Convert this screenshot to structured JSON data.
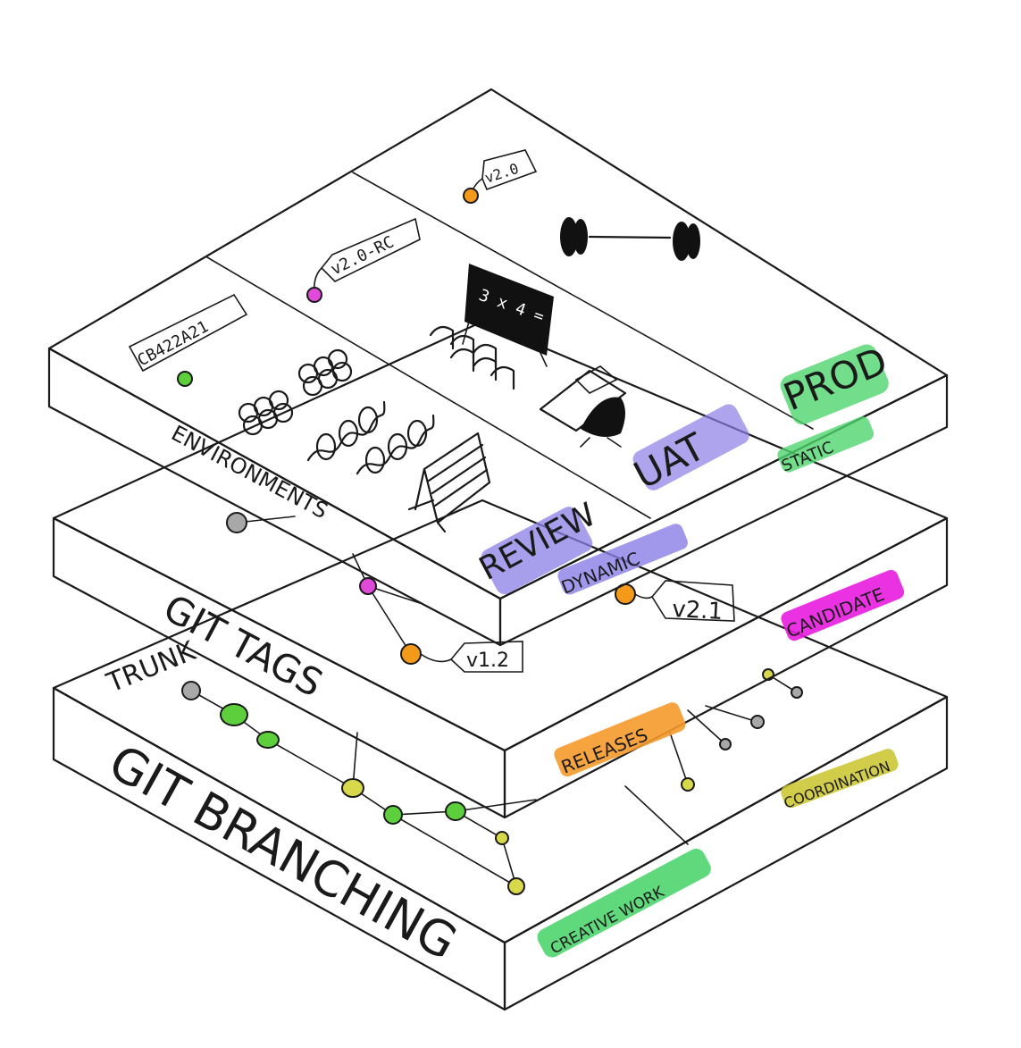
{
  "colors": {
    "env_top": "#f5b6a0",
    "env_side": "#f57f5e",
    "tags_top": "#f5f0a9",
    "tags_side": "#f2ec7a",
    "branch_top": "#d4f1f4",
    "branch_side": "#aee3ea",
    "node_green": "#5ecf3c",
    "node_olive": "#d7d84a",
    "node_gray": "#a8a8a8",
    "node_magenta": "#e04ad8",
    "node_orange": "#f39a1a",
    "hl_green": "#4fd46e",
    "hl_blue": "#8a7ee6",
    "hl_magenta": "#e81ce0",
    "hl_orange": "#f59a2b",
    "hl_olive": "#c9c42a"
  },
  "layers": {
    "environments": {
      "label": "ENVIRONMENTS",
      "zones": {
        "review": "REVIEW",
        "uat": "UAT",
        "prod": "PROD"
      },
      "badges": {
        "dynamic": "DYNAMIC",
        "static": "STATIC"
      },
      "tags": {
        "commit": "CB422A21",
        "rc": "v2.0-RC",
        "release": "v2.0"
      },
      "icons": [
        "chain-links-icon",
        "springs-icon",
        "hurdle-icon",
        "classroom-icon",
        "office-desk-icon",
        "barbell-icon"
      ],
      "blackboard_text": "3 x 4 = ?"
    },
    "git_tags": {
      "label": "GIT TAGS",
      "badges": {
        "candidate": "CANDIDATE",
        "releases": "RELEASES"
      },
      "tags": {
        "v12": "v1.2",
        "v21": "v2.1"
      }
    },
    "git_branching": {
      "label": "GIT BRANCHING",
      "trunk": "TRUNK",
      "badges": {
        "coordination": "COORDINATION",
        "creative": "CREATIVE WORK"
      }
    }
  }
}
